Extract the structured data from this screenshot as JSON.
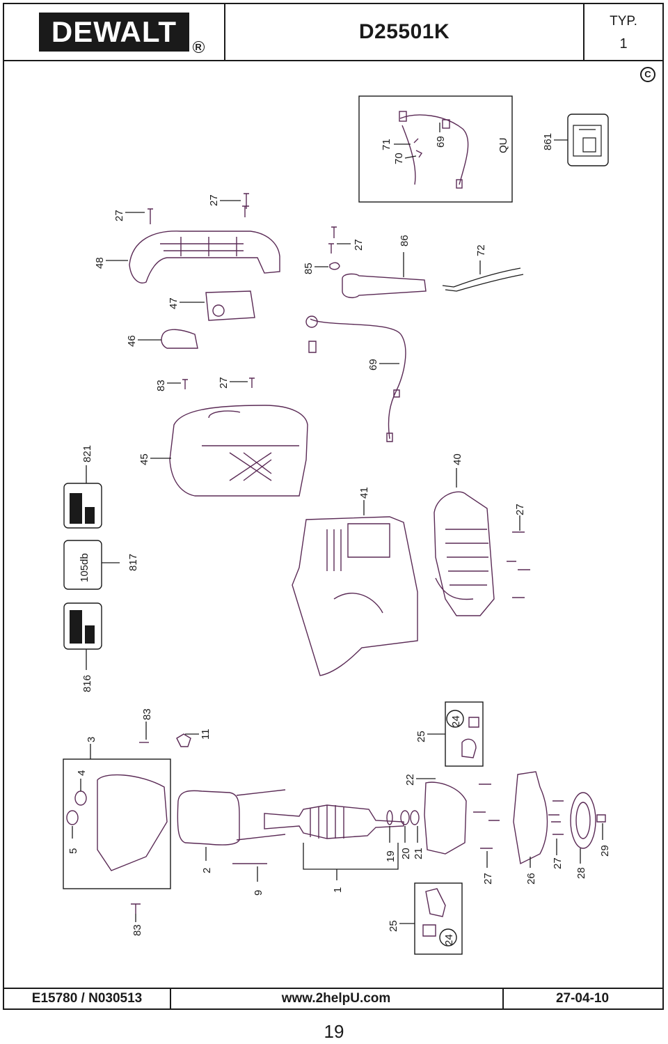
{
  "header": {
    "brand": "DEWALT",
    "model": "D25501K",
    "type_label": "TYP.",
    "type_number": "1"
  },
  "copyright_symbol": "C",
  "footer": {
    "doc_code": "E15780 / N030513",
    "website": "www.2helpU.com",
    "date": "27-04-10"
  },
  "page_number": "19",
  "labels": {
    "p861": "861",
    "pQU": "QU",
    "p69a": "69",
    "p71": "71",
    "p70": "70",
    "p27a": "27",
    "p27b": "27",
    "p48": "48",
    "p85": "85",
    "p27c": "27",
    "p86": "86",
    "p72": "72",
    "p47": "47",
    "p46": "46",
    "p69b": "69",
    "p83a": "83",
    "p27d": "27",
    "p821": "821",
    "p45": "45",
    "p40": "40",
    "p41": "41",
    "p27e": "27",
    "p817": "817",
    "p105db": "105db",
    "p816": "816",
    "p83b": "83",
    "p11": "11",
    "p3": "3",
    "p25a": "25",
    "p24a": "24",
    "p4": "4",
    "p5": "5",
    "p2": "2",
    "p9": "9",
    "p1": "1",
    "p19": "19",
    "p20": "20",
    "p21": "21",
    "p22": "22",
    "p27f": "27",
    "p26": "26",
    "p27g": "27",
    "p28": "28",
    "p29": "29",
    "p83c": "83",
    "p25b": "25",
    "p24b": "24"
  }
}
